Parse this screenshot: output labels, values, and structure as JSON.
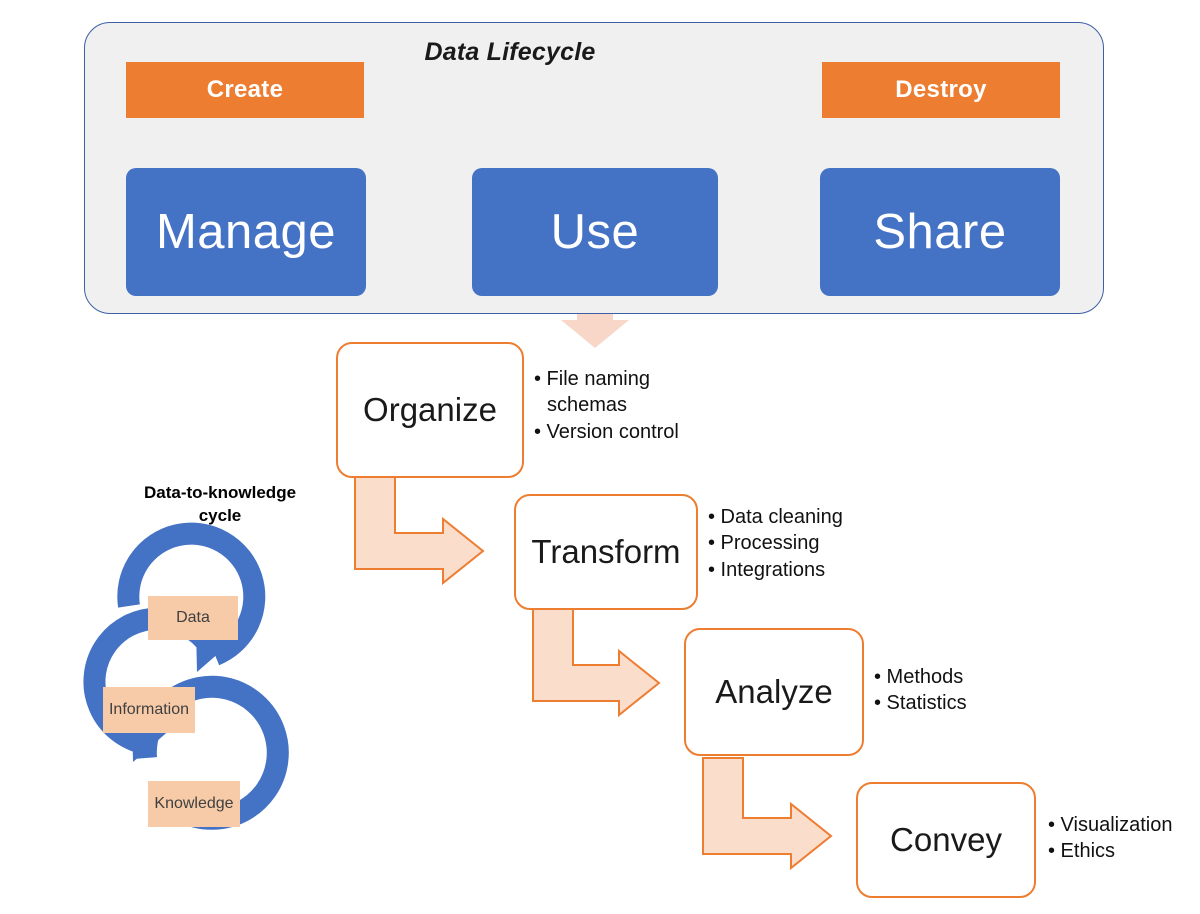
{
  "lifecycle": {
    "title": "Data Lifecycle",
    "create": "Create",
    "destroy": "Destroy",
    "manage": "Manage",
    "use": "Use",
    "share": "Share",
    "colors": {
      "stage_blue": "#4472C4",
      "endpoint_orange": "#ED7D31",
      "panel_fill": "#F0F0F0",
      "panel_border": "#3C5FA5",
      "chevron_blue": "#B4C7E7"
    }
  },
  "pipeline": {
    "steps": [
      {
        "label": "Organize",
        "bullets": [
          "File naming schemas",
          "Version control"
        ]
      },
      {
        "label": "Transform",
        "bullets": [
          "Data cleaning",
          "Processing",
          "Integrations"
        ]
      },
      {
        "label": "Analyze",
        "bullets": [
          "Methods",
          "Statistics"
        ]
      },
      {
        "label": "Convey",
        "bullets": [
          "Visualization",
          "Ethics"
        ]
      }
    ],
    "colors": {
      "box_border": "#ED7D31",
      "arrow_fill": "#FBDDCC",
      "arrow_stroke": "#ED7D31",
      "drop_arrow_fill": "#F8D7C8"
    }
  },
  "cycle": {
    "title": "Data-to-knowledge cycle",
    "title_line1": "Data-to-knowledge",
    "title_line2": "cycle",
    "nodes": [
      "Data",
      "Information",
      "Knowledge"
    ],
    "colors": {
      "ring_blue": "#4472C4",
      "label_fill": "#F7CBA8",
      "label_text": "#404040"
    }
  }
}
